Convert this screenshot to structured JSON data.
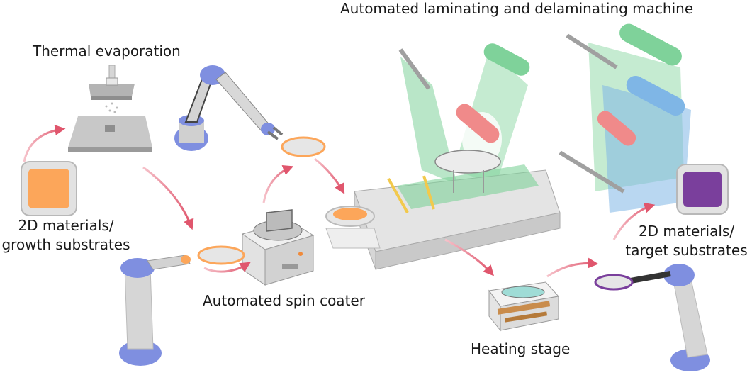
{
  "labels": {
    "thermal": "Thermal evaporation",
    "machine": "Automated laminating and delaminating machine",
    "growth_line1": "2D materials/",
    "growth_line2": "growth substrates",
    "spin": "Automated spin coater",
    "heating": "Heating stage",
    "target_line1": "2D materials/",
    "target_line2": "target substrates"
  },
  "colors": {
    "arrow": "#e8667a",
    "robot_blue": "#7f8fe0",
    "robot_grey": "#c9c9c9",
    "orange_substrate": "#fca65a",
    "purple_substrate": "#7a3f9c",
    "green_film": "#7fd29a",
    "blue_film": "#7fb6e6",
    "red_roller": "#f08a8a",
    "teal_wafer": "#9fdcd6"
  }
}
